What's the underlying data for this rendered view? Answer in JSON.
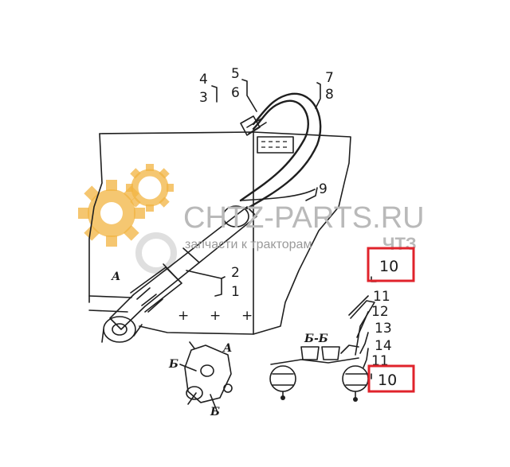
{
  "watermark": {
    "site": "CHTZ-PARTS.RU",
    "tagline": "запчасти к тракторам",
    "brand": "ЧТЗ",
    "gear_color": "#f2b441"
  },
  "callouts": {
    "c1": "1",
    "c2": "2",
    "c3": "3",
    "c4": "4",
    "c5": "5",
    "c6": "6",
    "c7": "7",
    "c8": "8",
    "c9": "9",
    "c11a": "11",
    "c12": "12",
    "c13": "13",
    "c14": "14",
    "c11b": "11"
  },
  "highlighted": {
    "top": "10",
    "bottom": "10",
    "color": "#e0232b"
  },
  "view_labels": {
    "a_main": "А",
    "a_detail": "А",
    "b_top": "Б",
    "b_bottom": "Б",
    "section": "Б-Б"
  }
}
